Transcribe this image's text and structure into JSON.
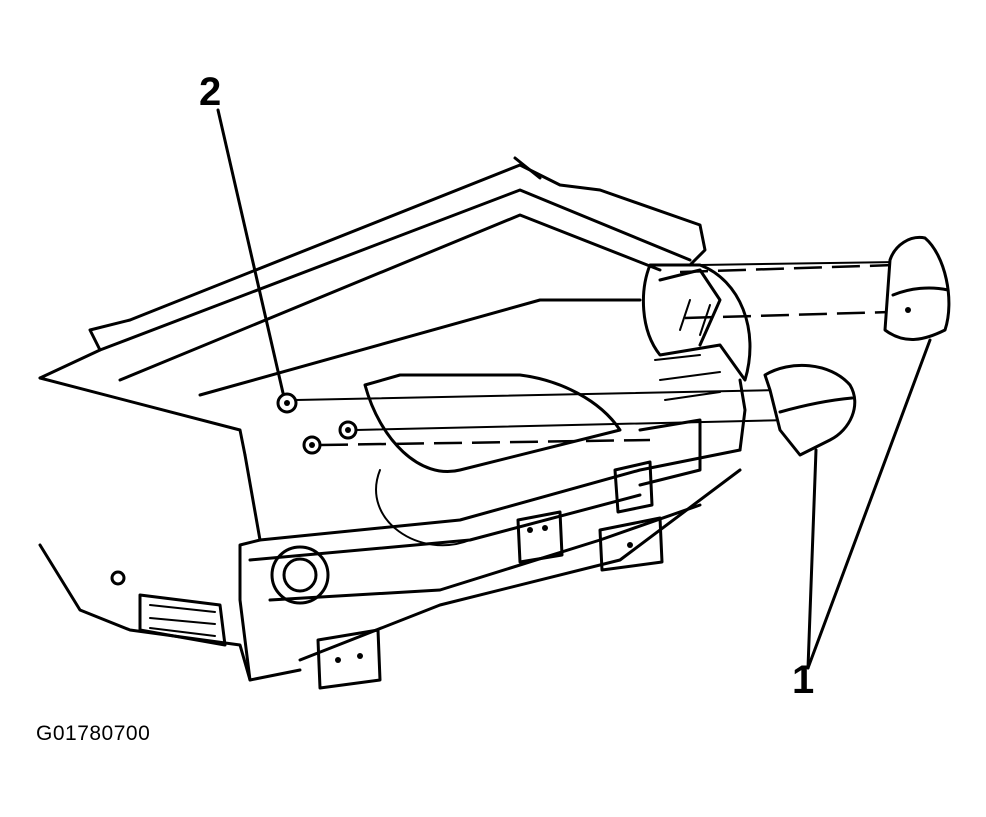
{
  "callouts": {
    "one": "1",
    "two": "2"
  },
  "figure_id": "G01780700",
  "colors": {
    "line": "#000000",
    "background": "#ffffff"
  }
}
